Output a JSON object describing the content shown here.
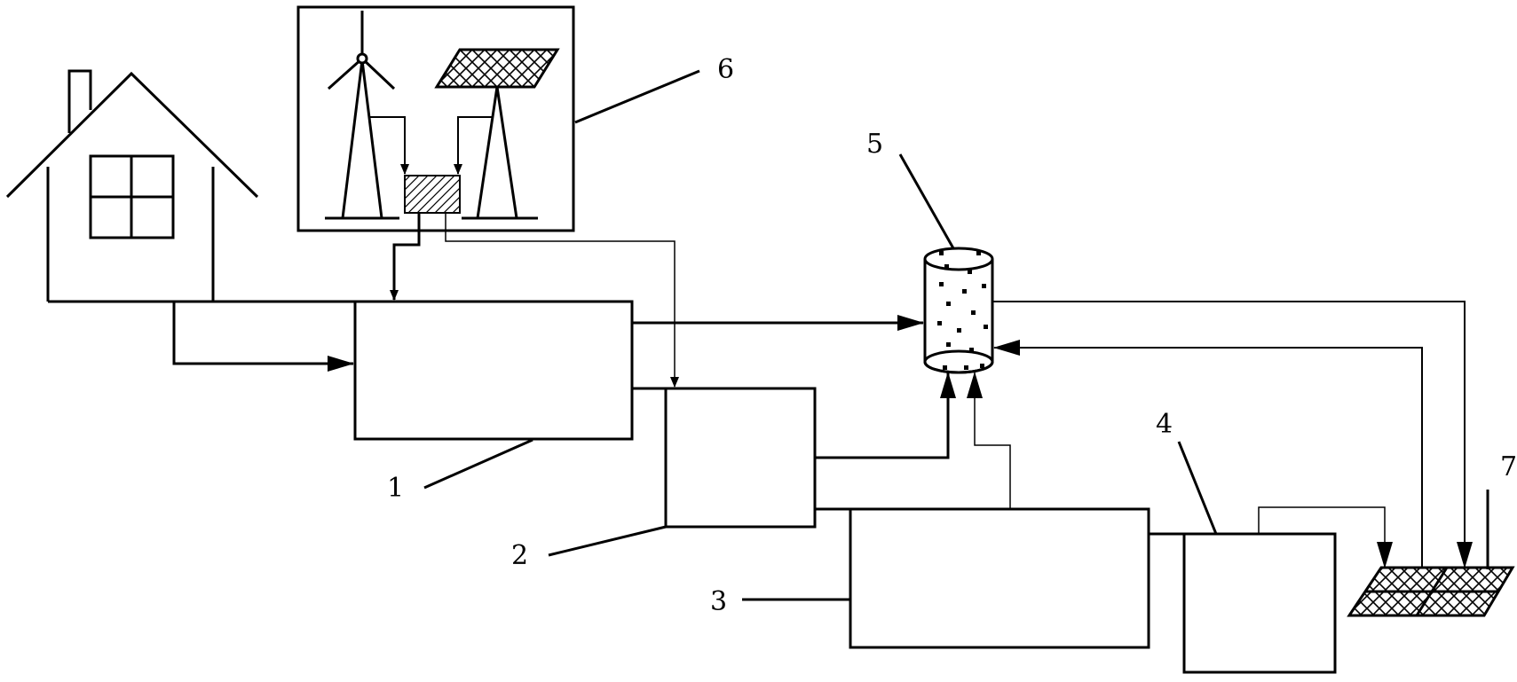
{
  "labels": {
    "l1": "1",
    "l2": "2",
    "l3": "3",
    "l4": "4",
    "l5": "5",
    "l6": "6",
    "l7": "7"
  },
  "colors": {
    "stroke": "#000000",
    "background": "#ffffff"
  }
}
